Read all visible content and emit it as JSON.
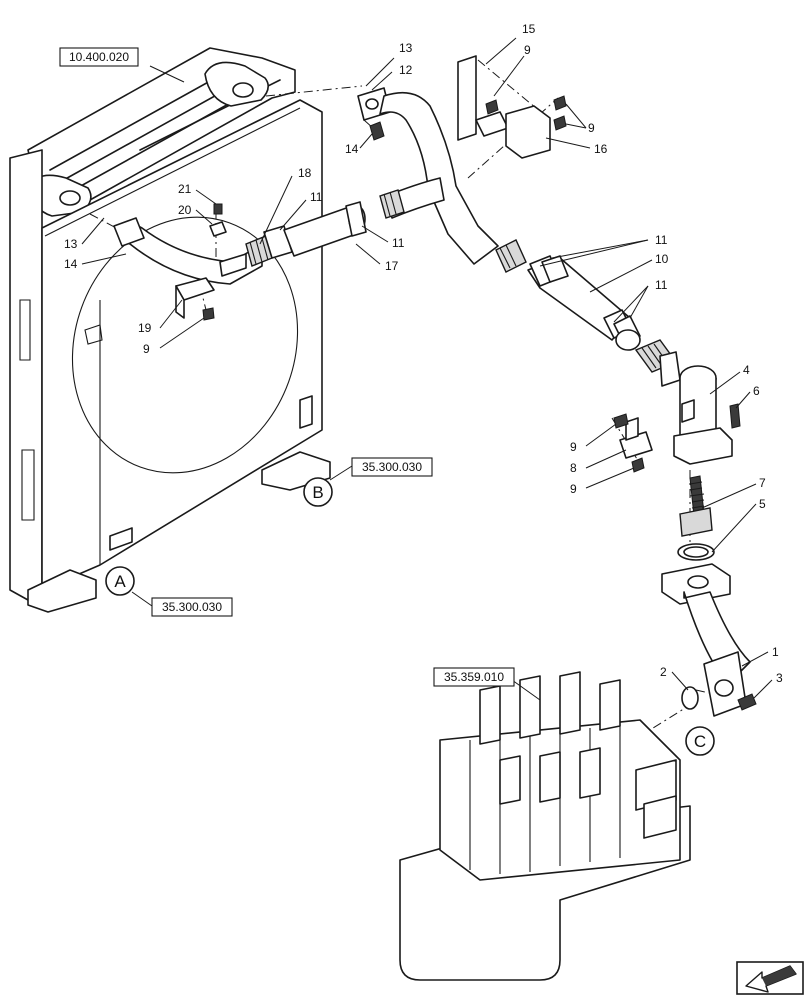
{
  "reference_boxes": {
    "radiator": "10.400.020",
    "conn_b": "35.300.030",
    "conn_a": "35.300.030",
    "valve": "35.359.010"
  },
  "connectors": {
    "a": "A",
    "b": "B",
    "c": "C"
  },
  "callouts": {
    "c1": "1",
    "c2": "2",
    "c3": "3",
    "c4": "4",
    "c5": "5",
    "c6": "6",
    "c7": "7",
    "c8": "8",
    "c9a": "9",
    "c9b": "9",
    "c9c": "9",
    "c9d": "9",
    "c9e": "9",
    "c10": "10",
    "c11a": "11",
    "c11b": "11",
    "c11c": "11",
    "c11d": "11",
    "c12": "12",
    "c13a": "13",
    "c13b": "13",
    "c14a": "14",
    "c14b": "14",
    "c15": "15",
    "c16": "16",
    "c17": "17",
    "c18": "18",
    "c19": "19",
    "c20": "20",
    "c21": "21"
  },
  "icons": {
    "nav": "arrow-navigation-icon"
  }
}
